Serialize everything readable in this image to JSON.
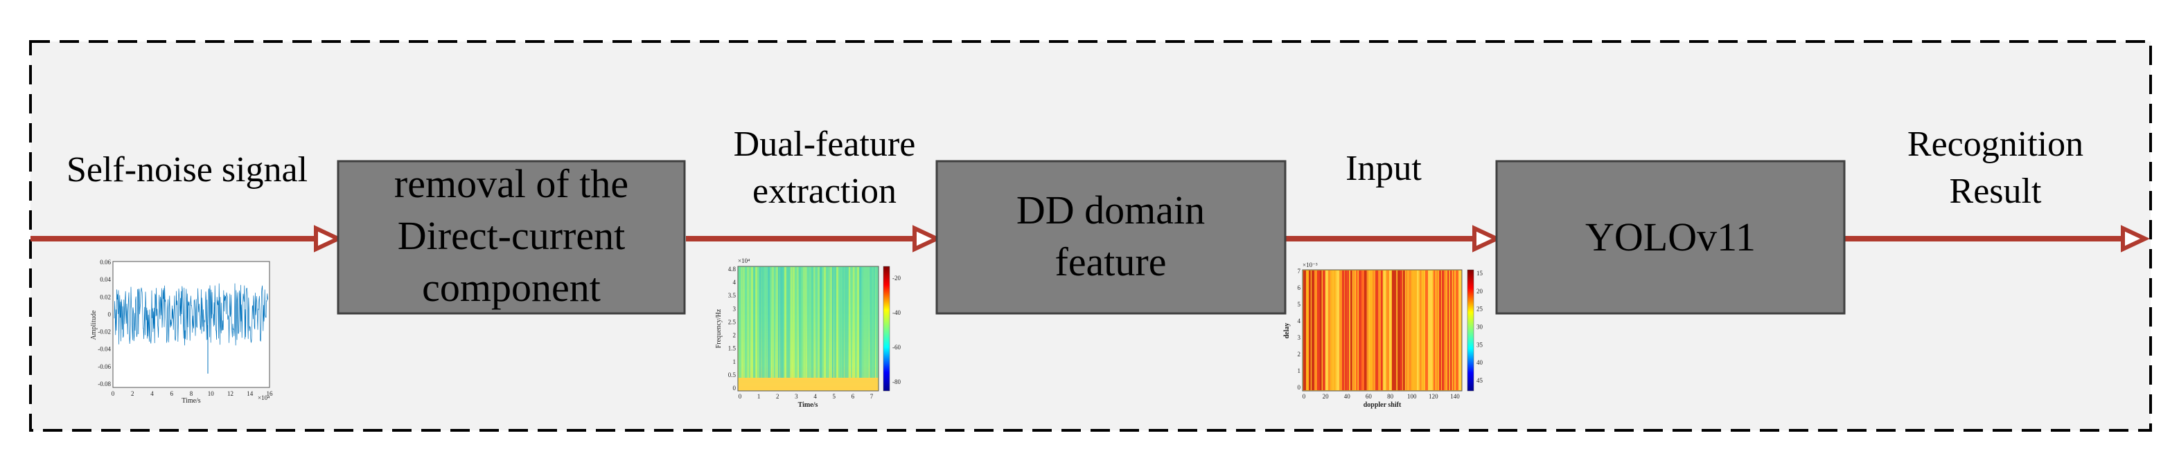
{
  "colors": {
    "panel_fill": "#f2f2f2",
    "panel_border": "#000000",
    "box_fill": "#7f7f7f",
    "box_border": "#404040",
    "arrow": "#b03a2e",
    "signal": "#0072bd"
  },
  "labels": {
    "input_signal": "Self-noise signal",
    "dual_feature": [
      "Dual-feature",
      "extraction"
    ],
    "input": "Input",
    "result": [
      "Recognition",
      "Result"
    ]
  },
  "boxes": {
    "dc_removal": [
      "removal of the",
      "Direct-current",
      "component"
    ],
    "dd_domain": [
      "DD domain",
      "feature"
    ],
    "yolo": [
      "YOLOv11"
    ]
  },
  "thumb_signal": {
    "ylabel": "Amplitude",
    "xlabel": "Time/s",
    "y_ticks": [
      "0.06",
      "0.04",
      "0.02",
      "0",
      "-0.02",
      "-0.04",
      "-0.06",
      "-0.08"
    ],
    "x_ticks": [
      "0",
      "2",
      "4",
      "6",
      "8",
      "10",
      "12",
      "14",
      "16"
    ],
    "x_exponent": "×10⁴"
  },
  "thumb_spectrogram": {
    "ylabel": "Frequency/Hz",
    "xlabel": "Time/s",
    "y_exponent": "×10⁴",
    "y_ticks": [
      "4.8",
      "4",
      "3.5",
      "3",
      "2.5",
      "2",
      "1.5",
      "1",
      "0.5",
      "0"
    ],
    "x_ticks": [
      "0",
      "1",
      "2",
      "3",
      "4",
      "5",
      "6",
      "7"
    ],
    "colorbar_ticks": [
      "-20",
      "-40",
      "-60",
      "-80"
    ]
  },
  "thumb_dd": {
    "ylabel": "delay",
    "xlabel": "doppler shift",
    "y_exponent": "×10⁻³",
    "y_ticks": [
      "7",
      "6",
      "5",
      "4",
      "3",
      "2",
      "1",
      "0"
    ],
    "x_ticks": [
      "0",
      "20",
      "40",
      "60",
      "80",
      "100",
      "120",
      "140"
    ],
    "colorbar_ticks": [
      "15",
      "20",
      "25",
      "30",
      "35",
      "40",
      "45"
    ]
  }
}
